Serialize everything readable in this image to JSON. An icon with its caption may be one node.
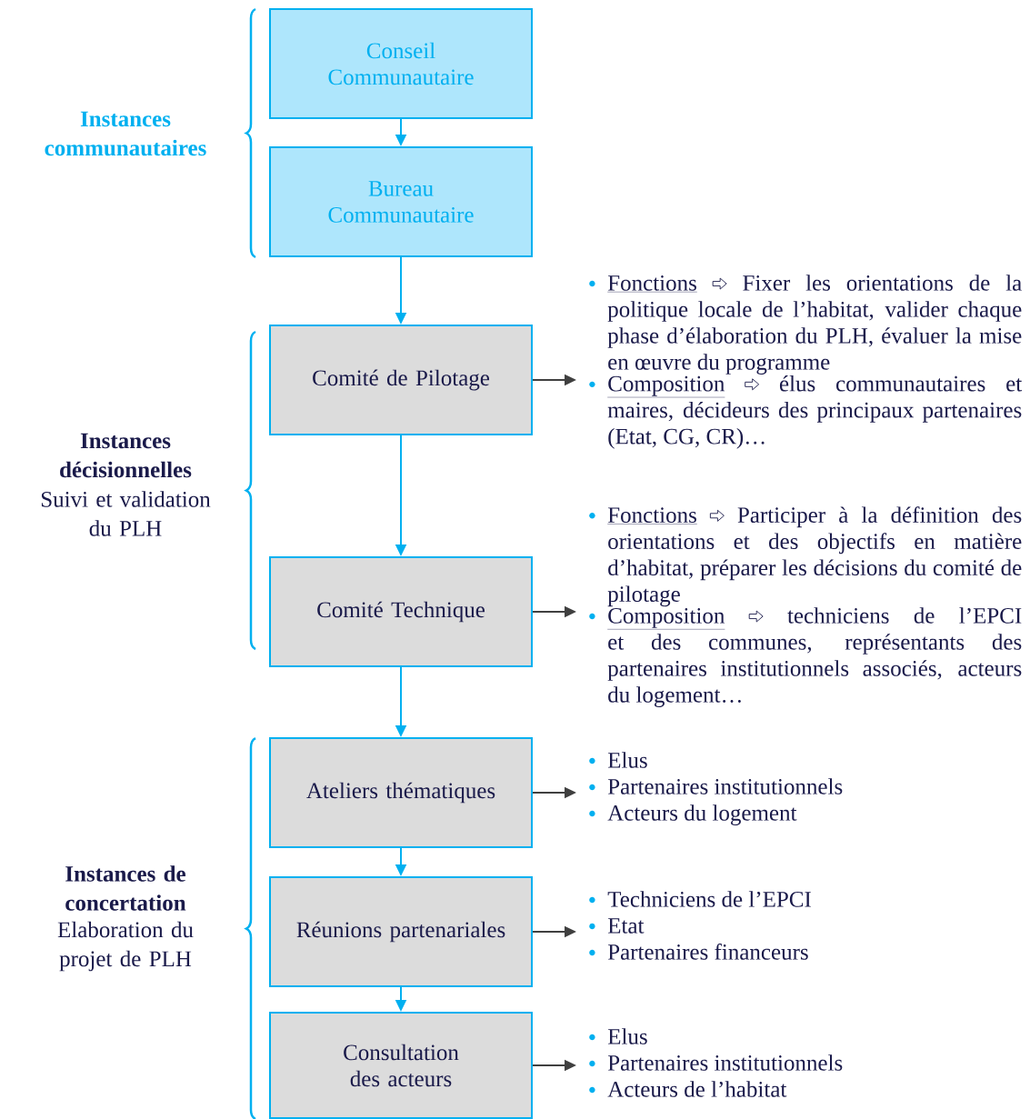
{
  "diagram": {
    "nodes": [
      {
        "text": [
          "Conseil Communautaire"
        ]
      },
      {
        "text": [
          "Bureau Communautaire"
        ]
      },
      {
        "text": [
          "Comité de Pilotage"
        ]
      },
      {
        "text": [
          "Comité Technique"
        ]
      },
      {
        "text": [
          "Ateliers  thématiques"
        ]
      },
      {
        "text": [
          "Réunions partenariales"
        ]
      },
      {
        "text": [
          "Consultation des acteurs"
        ]
      },
      {
        "text": [
          "Fonctions",
          "Fixer les orientations de la politique locale de l’habitat, valider chaque phase d’élaboration du PLH, évaluer la mise en œuvre du programme",
          "Composition",
          "élus communautaires et maires, décideurs des principaux partenaires (Etat, CG, CR)…"
        ]
      },
      {
        "text": [
          "Fonctions",
          "Participer à la définition des orientations et des objectifs en matière d’habitat, préparer les décisions du comité de pilotage",
          "Composition",
          "techniciens de l’EPCI et des communes, représentants des partenaires institutionnels associés, acteurs du logement…"
        ]
      },
      {
        "text": [
          "Elus",
          "Partenaires institutionnels",
          "Acteurs du logement"
        ]
      },
      {
        "text": [
          "Techniciens de l’EPCI",
          "Etat",
          "Partenaires financeurs"
        ]
      },
      {
        "text": [
          "Elus",
          "Partenaires institutionnels",
          "Acteurs de l’habitat"
        ]
      }
    ],
    "edges": [
      {
        "from": 0,
        "to": 1,
        "arrow": "to"
      },
      {
        "from": 1,
        "to": 2,
        "arrow": "to"
      },
      {
        "from": 2,
        "to": 3,
        "arrow": "to"
      },
      {
        "from": 3,
        "to": 4,
        "arrow": "to"
      },
      {
        "from": 4,
        "to": 5,
        "arrow": "to"
      },
      {
        "from": 5,
        "to": 6,
        "arrow": "to"
      },
      {
        "from": 2,
        "to": 7,
        "arrow": "to",
        "color": "#404040"
      },
      {
        "from": 3,
        "to": 8,
        "arrow": "to",
        "color": "#404040"
      },
      {
        "from": 4,
        "to": 9,
        "arrow": "to",
        "color": "#404040"
      },
      {
        "from": 5,
        "to": 10,
        "arrow": "to",
        "color": "#404040"
      },
      {
        "from": 6,
        "to": 11,
        "arrow": "to",
        "color": "#404040"
      }
    ],
    "labels": [
      "Instances communautaires",
      "Instances décisionnelles",
      "Suivi et validation  du PLH",
      "Instances de concertation",
      "Elaboration du projet de PLH"
    ]
  }
}
